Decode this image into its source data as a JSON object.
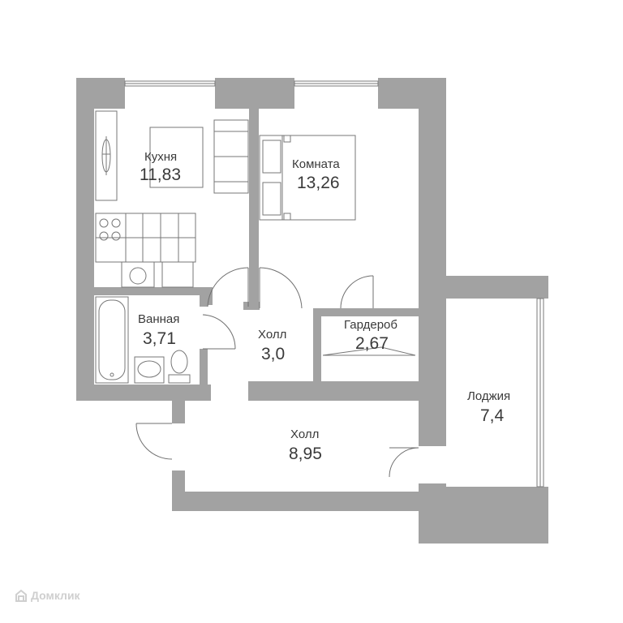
{
  "rooms": {
    "kitchen": {
      "name": "Кухня",
      "area": "11,83"
    },
    "room": {
      "name": "Комната",
      "area": "13,26"
    },
    "bathroom": {
      "name": "Ванная",
      "area": "3,71"
    },
    "hall_small": {
      "name": "Холл",
      "area": "3,0"
    },
    "wardrobe": {
      "name": "Гардероб",
      "area": "2,67"
    },
    "hall_large": {
      "name": "Холл",
      "area": "8,95"
    },
    "loggia": {
      "name": "Лоджия",
      "area": "7,4"
    }
  },
  "watermark": {
    "text": "Домклик",
    "icon": "domclick-logo-icon"
  },
  "colors": {
    "wall": "#a2a2a2",
    "line": "#6f6f6f",
    "text": "#3a3a3a",
    "watermark": "#cfcfcf"
  }
}
